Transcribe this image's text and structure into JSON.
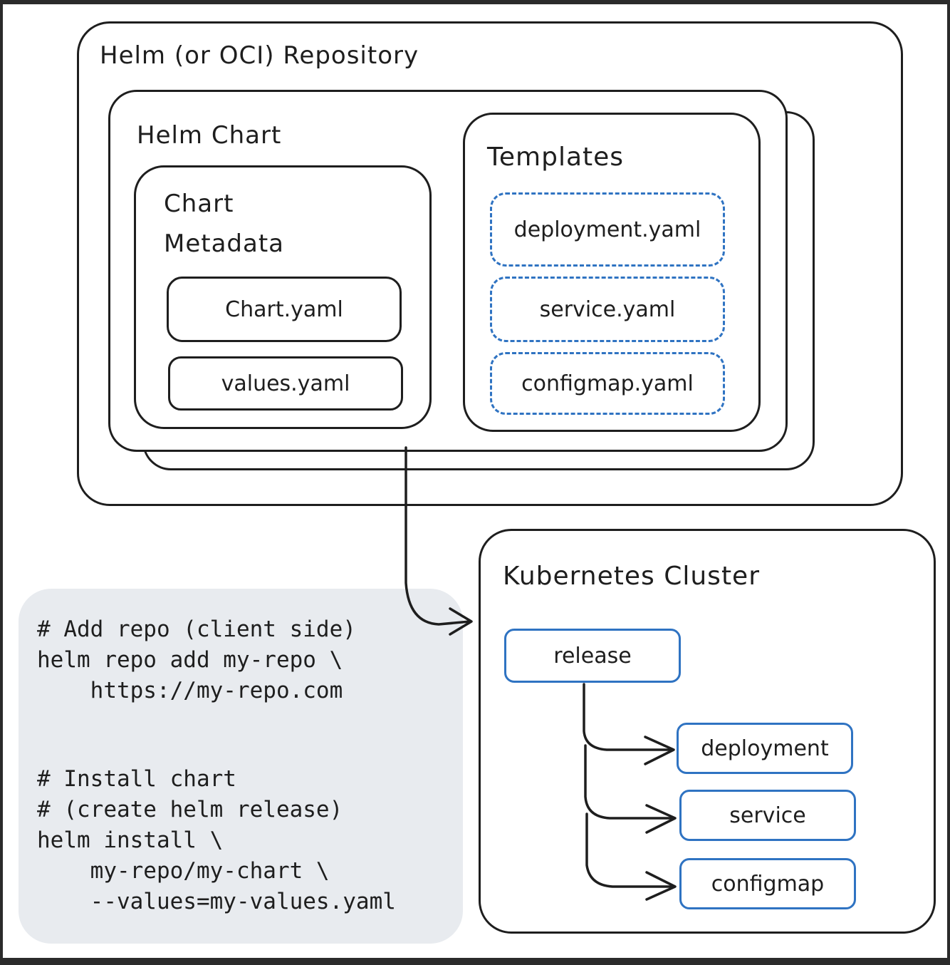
{
  "repository": {
    "title": "Helm (or OCI) Repository"
  },
  "chart": {
    "title": "Helm Chart"
  },
  "metadata": {
    "title_line1": "Chart",
    "title_line2": "Metadata",
    "files": [
      "Chart.yaml",
      "values.yaml"
    ]
  },
  "templates": {
    "title": "Templates",
    "files": [
      "deployment.yaml",
      "service.yaml",
      "configmap.yaml"
    ]
  },
  "cluster": {
    "title": "Kubernetes Cluster",
    "release": "release",
    "resources": [
      "deployment",
      "service",
      "configmap"
    ]
  },
  "code": {
    "block1": [
      "# Add repo (client side)",
      "helm repo add my-repo \\",
      "    https://my-repo.com"
    ],
    "block2": [
      "# Install chart",
      "# (create helm release)",
      "helm install \\",
      "    my-repo/my-chart \\",
      "    --values=my-values.yaml"
    ]
  },
  "colors": {
    "stroke": "#1e1e1e",
    "accent_blue": "#2f73c2",
    "code_panel": "#e8ebef"
  }
}
